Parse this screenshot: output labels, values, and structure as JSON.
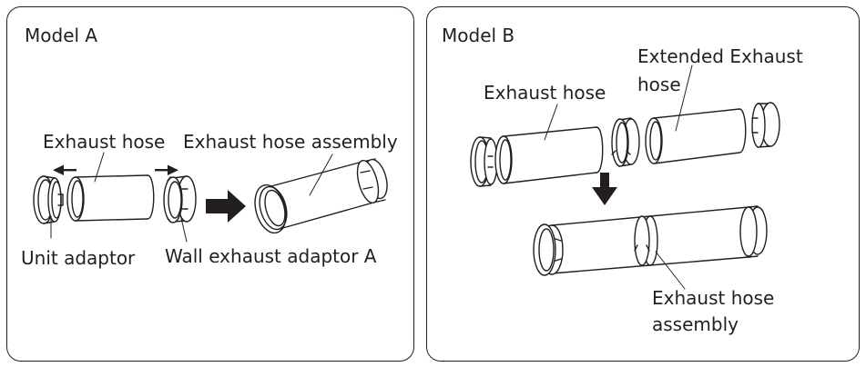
{
  "model_a": {
    "title": "Model A",
    "labels": {
      "exhaust_hose": "Exhaust hose",
      "exhaust_hose_assembly": "Exhaust hose assembly",
      "unit_adaptor": "Unit adaptor",
      "wall_exhaust_adaptor": "Wall exhaust adaptor A"
    }
  },
  "model_b": {
    "title": "Model B",
    "labels": {
      "exhaust_hose": "Exhaust hose",
      "extended_exhaust_hose_line1": "Extended Exhaust",
      "extended_exhaust_hose_line2": "hose",
      "exhaust_hose_assembly_line1": "Exhaust hose",
      "exhaust_hose_assembly_line2": "assembly"
    }
  },
  "colors": {
    "ink": "#231f20",
    "background": "#ffffff"
  },
  "icons": [
    "arrow-left-icon",
    "arrow-right-icon",
    "arrow-big-right-icon",
    "arrow-big-down-icon"
  ]
}
